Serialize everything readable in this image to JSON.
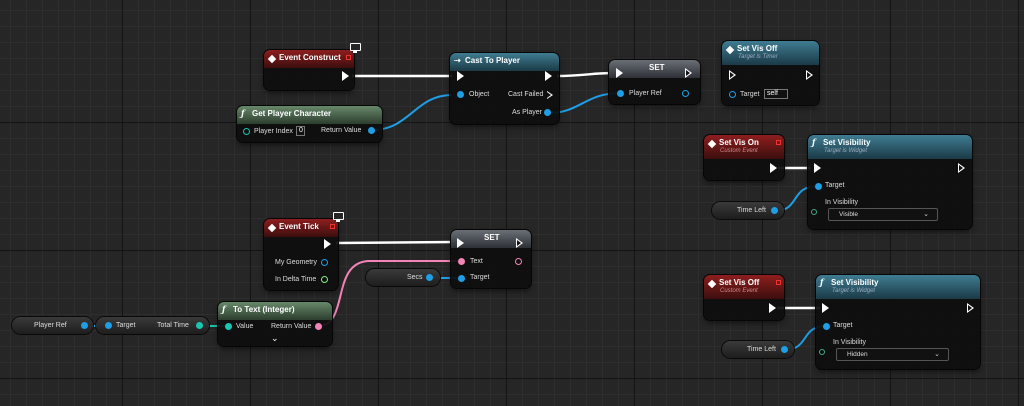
{
  "nodes": {
    "event_construct": {
      "title": "Event Construct"
    },
    "get_player_character": {
      "title": "Get Player Character",
      "pin_player_index": "Player Index",
      "player_index_value": "0",
      "pin_return": "Return Value"
    },
    "cast_to_player": {
      "title": "Cast To Player",
      "pin_object": "Object",
      "pin_cast_failed": "Cast Failed",
      "pin_as_player": "As Player"
    },
    "set_player_ref": {
      "title": "SET",
      "pin_player_ref": "Player Ref"
    },
    "set_vis_off_timer": {
      "title": "Set Vis Off",
      "subtitle": "Target is Timer",
      "pin_target": "Target",
      "target_value": "self"
    },
    "set_vis_on_event": {
      "title": "Set Vis On",
      "subtitle": "Custom Event"
    },
    "set_visibility_1": {
      "title": "Set Visibility",
      "subtitle": "Target is Widget",
      "pin_target": "Target",
      "pin_in_visibility": "In Visibility",
      "in_visibility_value": "Visible"
    },
    "time_left_1": {
      "label": "Time Left"
    },
    "event_tick": {
      "title": "Event Tick",
      "pin_my_geometry": "My Geometry",
      "pin_in_delta_time": "In Delta Time"
    },
    "set_text": {
      "title": "SET",
      "pin_text": "Text",
      "pin_target": "Target"
    },
    "secs_var": {
      "label": "Secs"
    },
    "set_vis_off_event": {
      "title": "Set Vis Off",
      "subtitle": "Custom Event"
    },
    "set_visibility_2": {
      "title": "Set Visibility",
      "subtitle": "Target is Widget",
      "pin_target": "Target",
      "pin_in_visibility": "In Visibility",
      "in_visibility_value": "Hidden"
    },
    "time_left_2": {
      "label": "Time Left"
    },
    "player_ref_var": {
      "label": "Player Ref"
    },
    "total_time_getter": {
      "pin_target": "Target",
      "pin_total_time": "Total Time"
    },
    "to_text_integer": {
      "title": "To Text (Integer)",
      "pin_value": "Value",
      "pin_return": "Return Value"
    }
  },
  "colors": {
    "event_header": "#8e1e1e",
    "function_header": "#3f7c92",
    "pure_header": "#67886a",
    "object_pin": "#1e9ee5",
    "text_pin": "#f384b8",
    "float_pin": "#7ef08a",
    "exec_wire": "#ffffff"
  },
  "icons": {
    "event": "diamond-icon",
    "function": "function-f-icon",
    "cast": "cast-arrows-icon",
    "monitor": "monitor-icon",
    "expand": "chevron-down-icon"
  }
}
